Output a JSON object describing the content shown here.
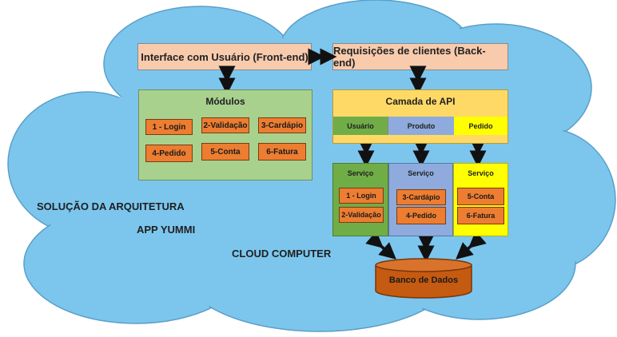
{
  "frontend": {
    "label": "Interface com Usuário (Front-end)"
  },
  "backend": {
    "label": "Requisições de clientes (Back-end)"
  },
  "modules": {
    "title": "Módulos",
    "items": [
      "1 - Login",
      "2-Validação",
      "3-Cardápio",
      "4-Pedido",
      "5-Conta",
      "6-Fatura"
    ]
  },
  "api": {
    "title": "Camada de API",
    "tabs": [
      "Usuário",
      "Produto",
      "Pedido"
    ]
  },
  "services": [
    {
      "title": "Serviço",
      "items": [
        "1 - Login",
        "2-Validação"
      ]
    },
    {
      "title": "Serviço",
      "items": [
        "3-Cardápio",
        "4-Pedido"
      ]
    },
    {
      "title": "Serviço",
      "items": [
        "5-Conta",
        "6-Fatura"
      ]
    }
  ],
  "database": {
    "label": "Banco de Dados"
  },
  "captions": {
    "solution": "SOLUÇÃO DA ARQUITETURA",
    "app": "APP YUMMI",
    "cloud": "CLOUD COMPUTER"
  },
  "colors": {
    "cloud": "#7cc6ee",
    "peach": "#f8cbad",
    "modules_bg": "#a9d18e",
    "api_bg": "#ffd966",
    "tab_green": "#70ad47",
    "tab_blue": "#8faadc",
    "tab_yellow": "#ffff00",
    "chip": "#ed7d31",
    "db": "#c55a11"
  }
}
